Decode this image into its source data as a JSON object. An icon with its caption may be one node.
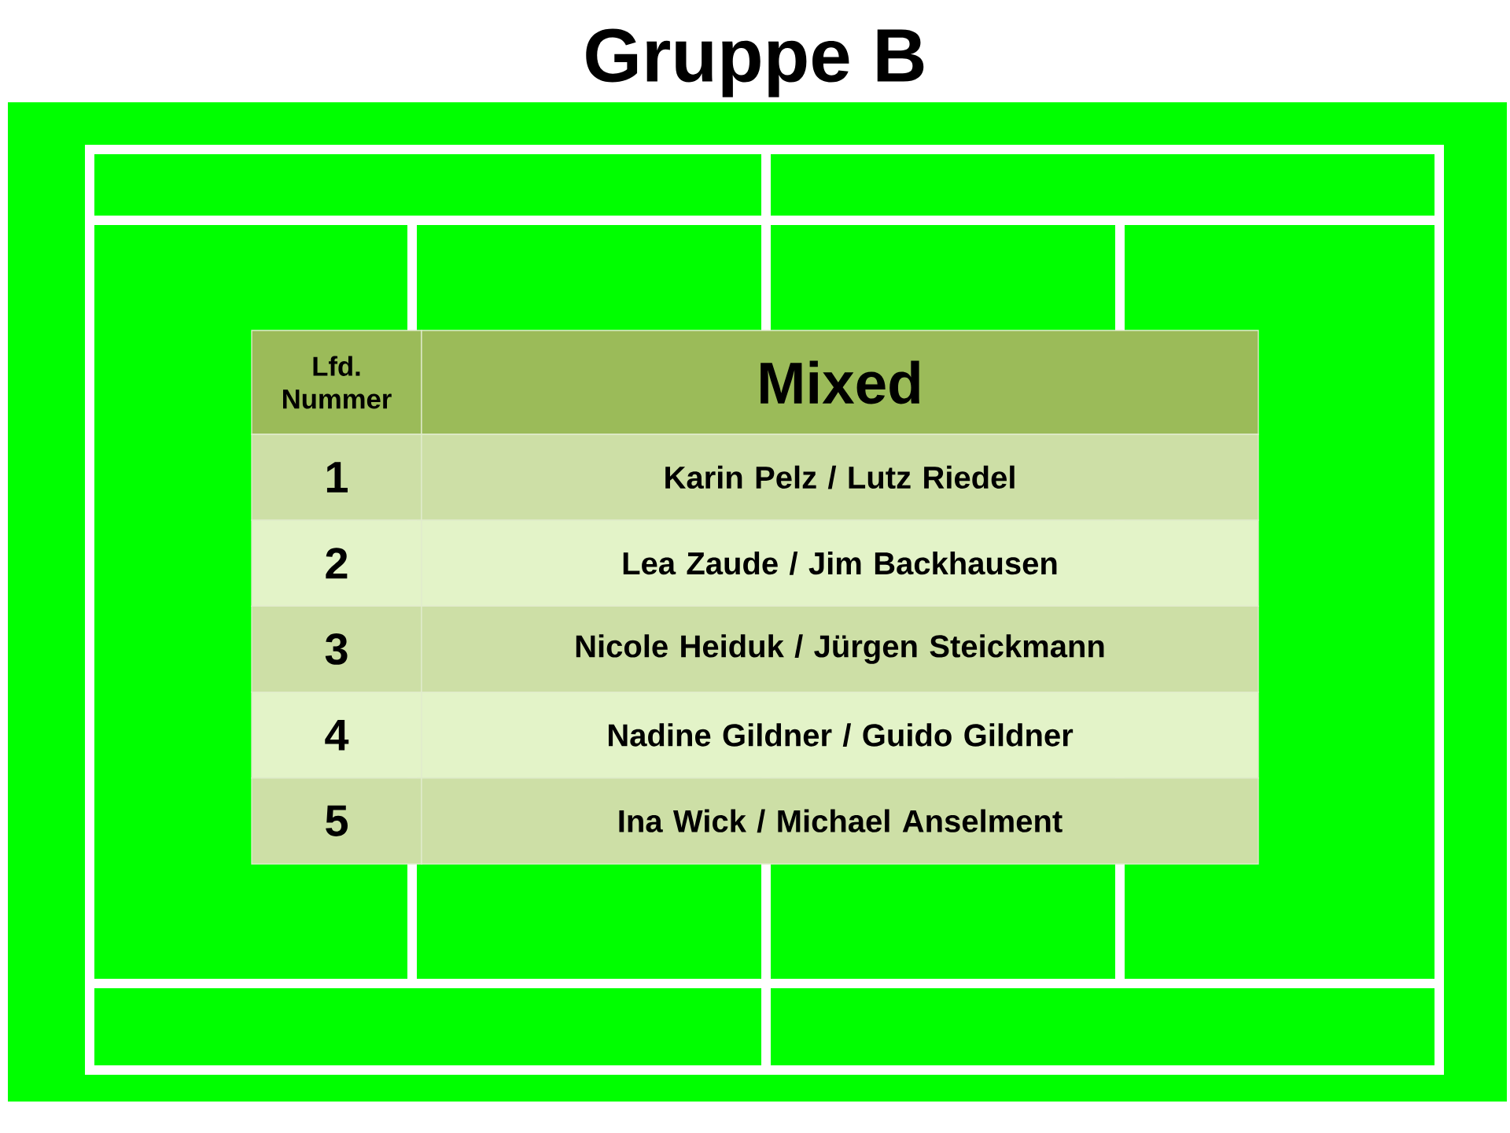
{
  "diagram": {
    "title": "Gruppe B",
    "labels": [
      "Lfd. Nummer",
      "Mixed",
      "1",
      "Karin Pelz / Lutz Riedel",
      "2",
      "Lea Zaude / Jim Backhausen",
      "3",
      "Nicole Heiduk / Jürgen Steickmann",
      "4",
      "Nadine Gildner / Guido Gildner",
      "5",
      "Ina Wick / Michael Anselment"
    ]
  }
}
